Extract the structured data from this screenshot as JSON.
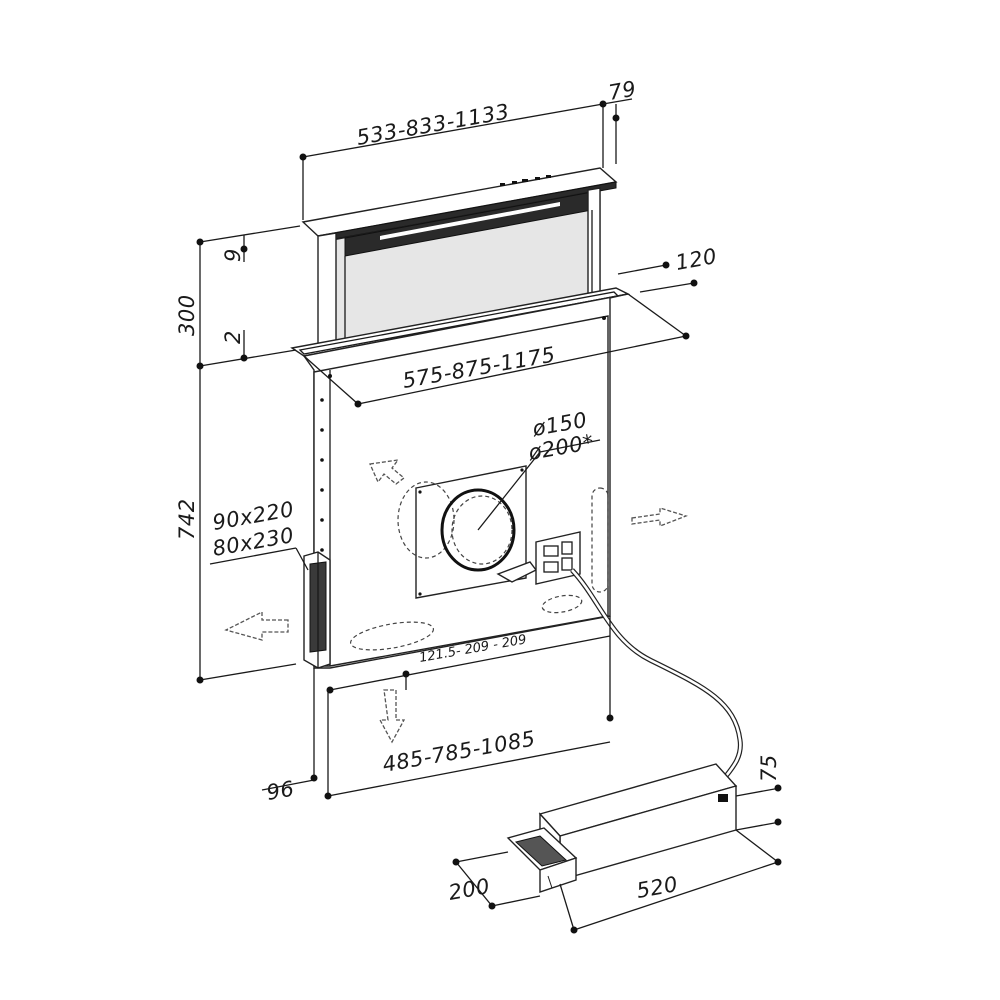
{
  "dimensions": {
    "top_width": "533-833-1133",
    "top_depth": "79",
    "panel_height_9": "9",
    "panel_height_2": "2",
    "panel_total": "300",
    "cutout_depth": "120",
    "cutout_width": "575-875-1175",
    "duct_dia_1": "ø150",
    "duct_dia_2": "ø200*",
    "vent_1": "90x220",
    "vent_2": "80x230",
    "body_height": "742",
    "bottom_spacing": "121.5- 209 - 209",
    "bottom_width": "485-785-1085",
    "bottom_offset": "96",
    "motor_height": "75",
    "motor_depth": "200",
    "motor_length": "520"
  }
}
